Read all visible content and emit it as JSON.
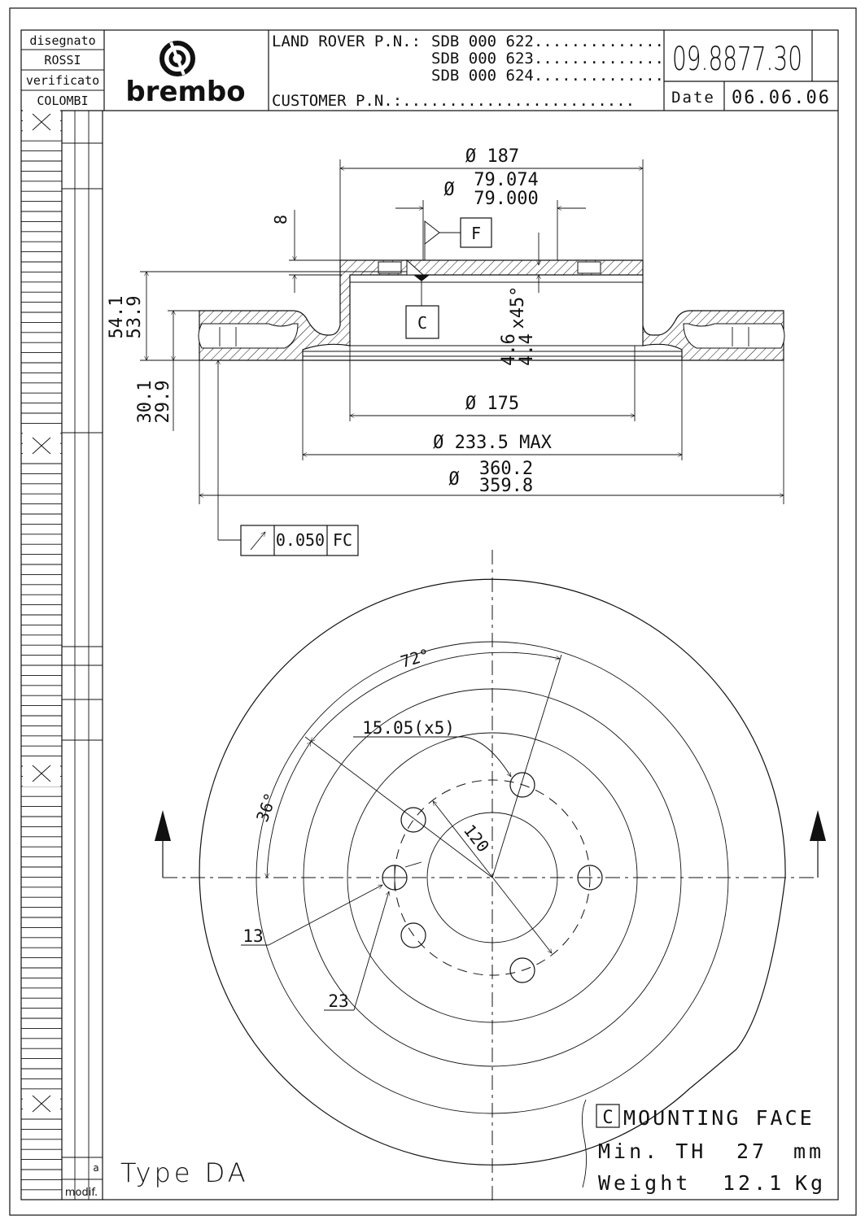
{
  "title_block": {
    "drawn_label": "disegnato",
    "drawn_by": "ROSSI",
    "checked_label": "verificato",
    "checked_by": "COLOMBI",
    "logo_text": "brembo",
    "oem_label": "LAND ROVER P.N.:",
    "oem_numbers": [
      "SDB 000 622..............",
      "SDB 000 623..............",
      "SDB 000 624.............."
    ],
    "customer_label": "CUSTOMER P.N.:.........................",
    "part_number": "09.8877.30",
    "date_label": "Date",
    "date_value": "06.06.06"
  },
  "revision_column": {
    "modif_label": "modif.",
    "small_letter": "a"
  },
  "section_view": {
    "dia_187": "Ø 187",
    "dia_center_upper": "79.074",
    "dia_center_lower": "79.000",
    "dia_symbol": "Ø",
    "dim_8": "8",
    "datum_f": "F",
    "datum_c": "C",
    "height_upper": "54.1",
    "height_lower": "53.9",
    "chamfer_a": "4.6",
    "chamfer_b": "4.4",
    "chamfer_angle": "x45°",
    "thick_upper": "30.1",
    "thick_lower": "29.9",
    "dia_175": "Ø 175",
    "dia_2335": "Ø 233.5 MAX",
    "dia_outer_upper": "360.2",
    "dia_outer_lower": "359.8",
    "runout_value": "0.050",
    "runout_datum": "FC"
  },
  "front_view": {
    "angle_72": "72°",
    "angle_36": "36°",
    "holes": "15.05(x5)",
    "pcd": "120",
    "dim_13": "13",
    "dim_23": "23"
  },
  "notes": {
    "type": "Type DA",
    "mounting_box": "C",
    "mounting": "MOUNTING FACE",
    "min_th_label": "Min. TH",
    "min_th_value": "27",
    "min_th_unit": "mm",
    "weight_label": "Weight",
    "weight_value": "12.1",
    "weight_unit": "Kg"
  }
}
